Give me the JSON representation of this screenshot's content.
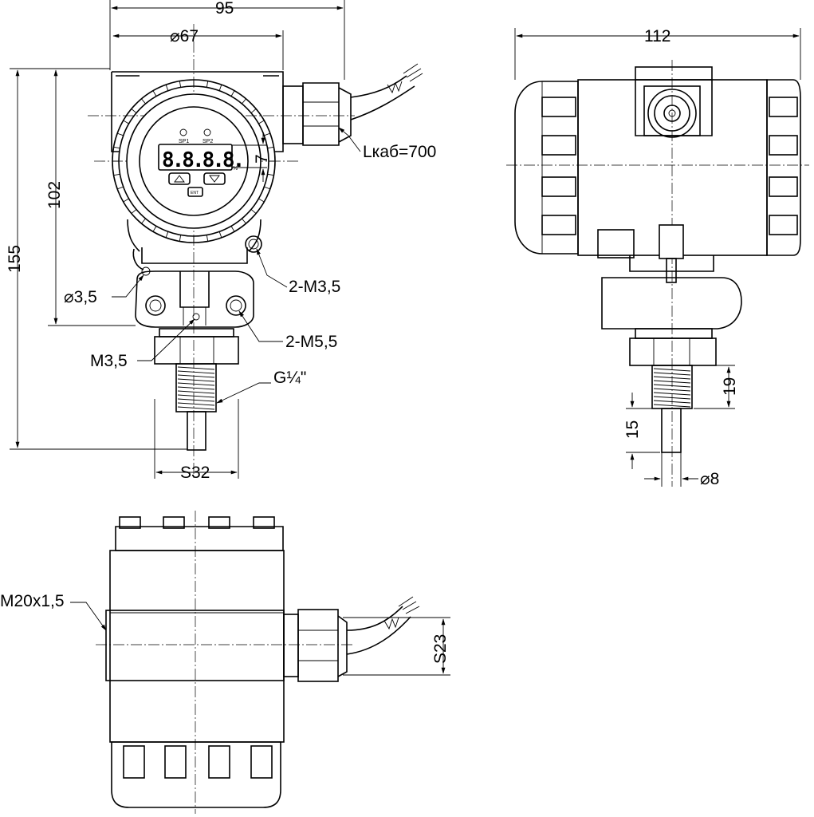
{
  "dimensions": {
    "front_width": "95",
    "housing_diameter": "⌀67",
    "total_height": "155",
    "housing_height": "102",
    "display_offset": "7",
    "cable_length": "Lкаб=700",
    "mount_hole_small": "⌀3,5",
    "mount_thread_top": "2-M3,5",
    "mount_thread_bottom": "2-M5,5",
    "ground_screw": "M3,5",
    "process_thread": "G¼\"",
    "hex_size": "S32",
    "side_width": "112",
    "thread_length": "19",
    "tip_length": "15",
    "tip_diameter": "⌀8",
    "cable_entry_thread": "M20x1,5",
    "gland_hex": "S23"
  },
  "display": {
    "indicator_1": "SP1",
    "indicator_2": "SP2",
    "digits": "8.8.8.8.",
    "unit": "%",
    "button_enter": "ENT"
  }
}
